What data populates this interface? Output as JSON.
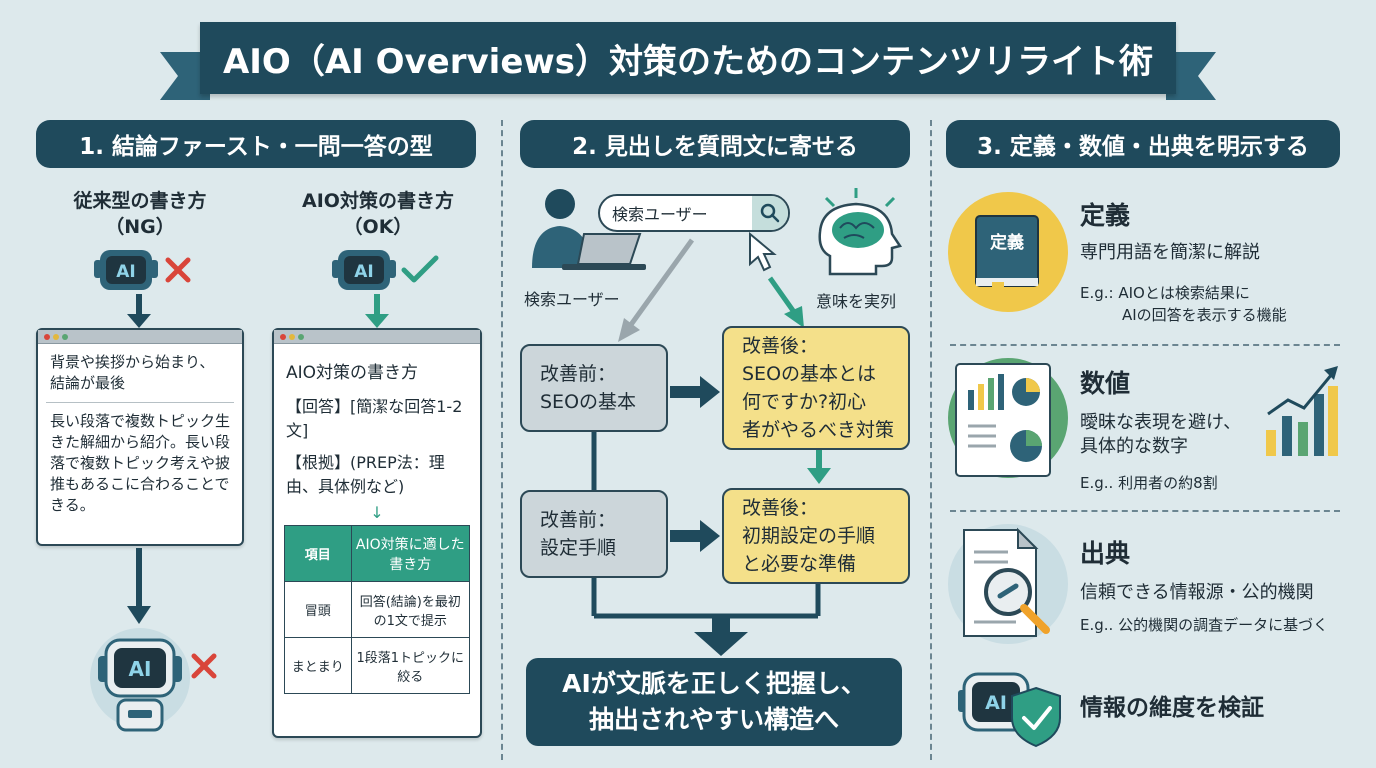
{
  "title": "AIO（AI Overviews）対策のためのコンテンツリライト術",
  "col1": {
    "heading": "1. 結論ファースト・一問一答の型",
    "ng": {
      "label_line1": "従来型の書き方",
      "label_line2": "（NG）",
      "robot_text": "AI",
      "para1": "背景や挨拶から始まり、結論が最後",
      "para2": "長い段落で複数トピック生きた解細から紹介。長い段落で複数トピック考えや披推もあるこに合わることできる。",
      "bottom_robot_text": "AI"
    },
    "ok": {
      "label_line1": "AIO対策の書き方",
      "label_line2": "（OK）",
      "robot_text": "AI",
      "card_title": "AIO対策の書き方",
      "answer": "【回答】[簡潔な回答1-2文]",
      "basis": "【根拠】(PREP法：理由、具体例など)",
      "table": {
        "header": [
          "項目",
          "AIO対策に適した書き方"
        ],
        "rows": [
          [
            "冒頭",
            "回答(結論)を最初の1文で提示"
          ],
          [
            "まとまり",
            "1段落1トピックに絞る"
          ]
        ]
      }
    }
  },
  "col2": {
    "heading": "2. 見出しを質問文に寄せる",
    "search_text": "検索ユーザー",
    "user_label": "検索ユーザー",
    "brain_label": "意味を実列",
    "before1_line1": "改善前：",
    "before1_line2": "SEOの基本",
    "after1_line1": "改善後：",
    "after1_line2": "SEOの基本とは",
    "after1_line3": "何ですか?初心",
    "after1_line4": "者がやるべき対策",
    "before2_line1": "改善前：",
    "before2_line2": "設定手順",
    "after2_line1": "改善後：",
    "after2_line2": "初期設定の手順",
    "after2_line3": "と必要な準備",
    "result_line1": "AIが文脈を正しく把握し、",
    "result_line2": "抽出されやすい構造へ"
  },
  "col3": {
    "heading": "3. 定義・数値・出典を明示する",
    "items": [
      {
        "title": "定義",
        "sub": "専門用語を簡潔に解説",
        "eg_line1": "E.g.: AIOとは検索結果に",
        "eg_line2": "AIの回答を表示する機能",
        "icon_text": "定義"
      },
      {
        "title": "数値",
        "sub_line1": "曖昧な表現を避け、",
        "sub_line2": "具体的な数字",
        "eg": "E.g.. 利用者の約8割"
      },
      {
        "title": "出典",
        "sub": "信頼できる情報源・公的機関",
        "eg": "E.g.. 公的機関の調査データに基づく"
      }
    ],
    "verify": "情報の維度を検証",
    "verify_robot_text": "AI"
  },
  "colors": {
    "navy": "#1f4a5c",
    "teal": "#2f9e84",
    "yellow": "#f4e08a",
    "red": "#d9453a",
    "bg": "#dde9ec"
  }
}
